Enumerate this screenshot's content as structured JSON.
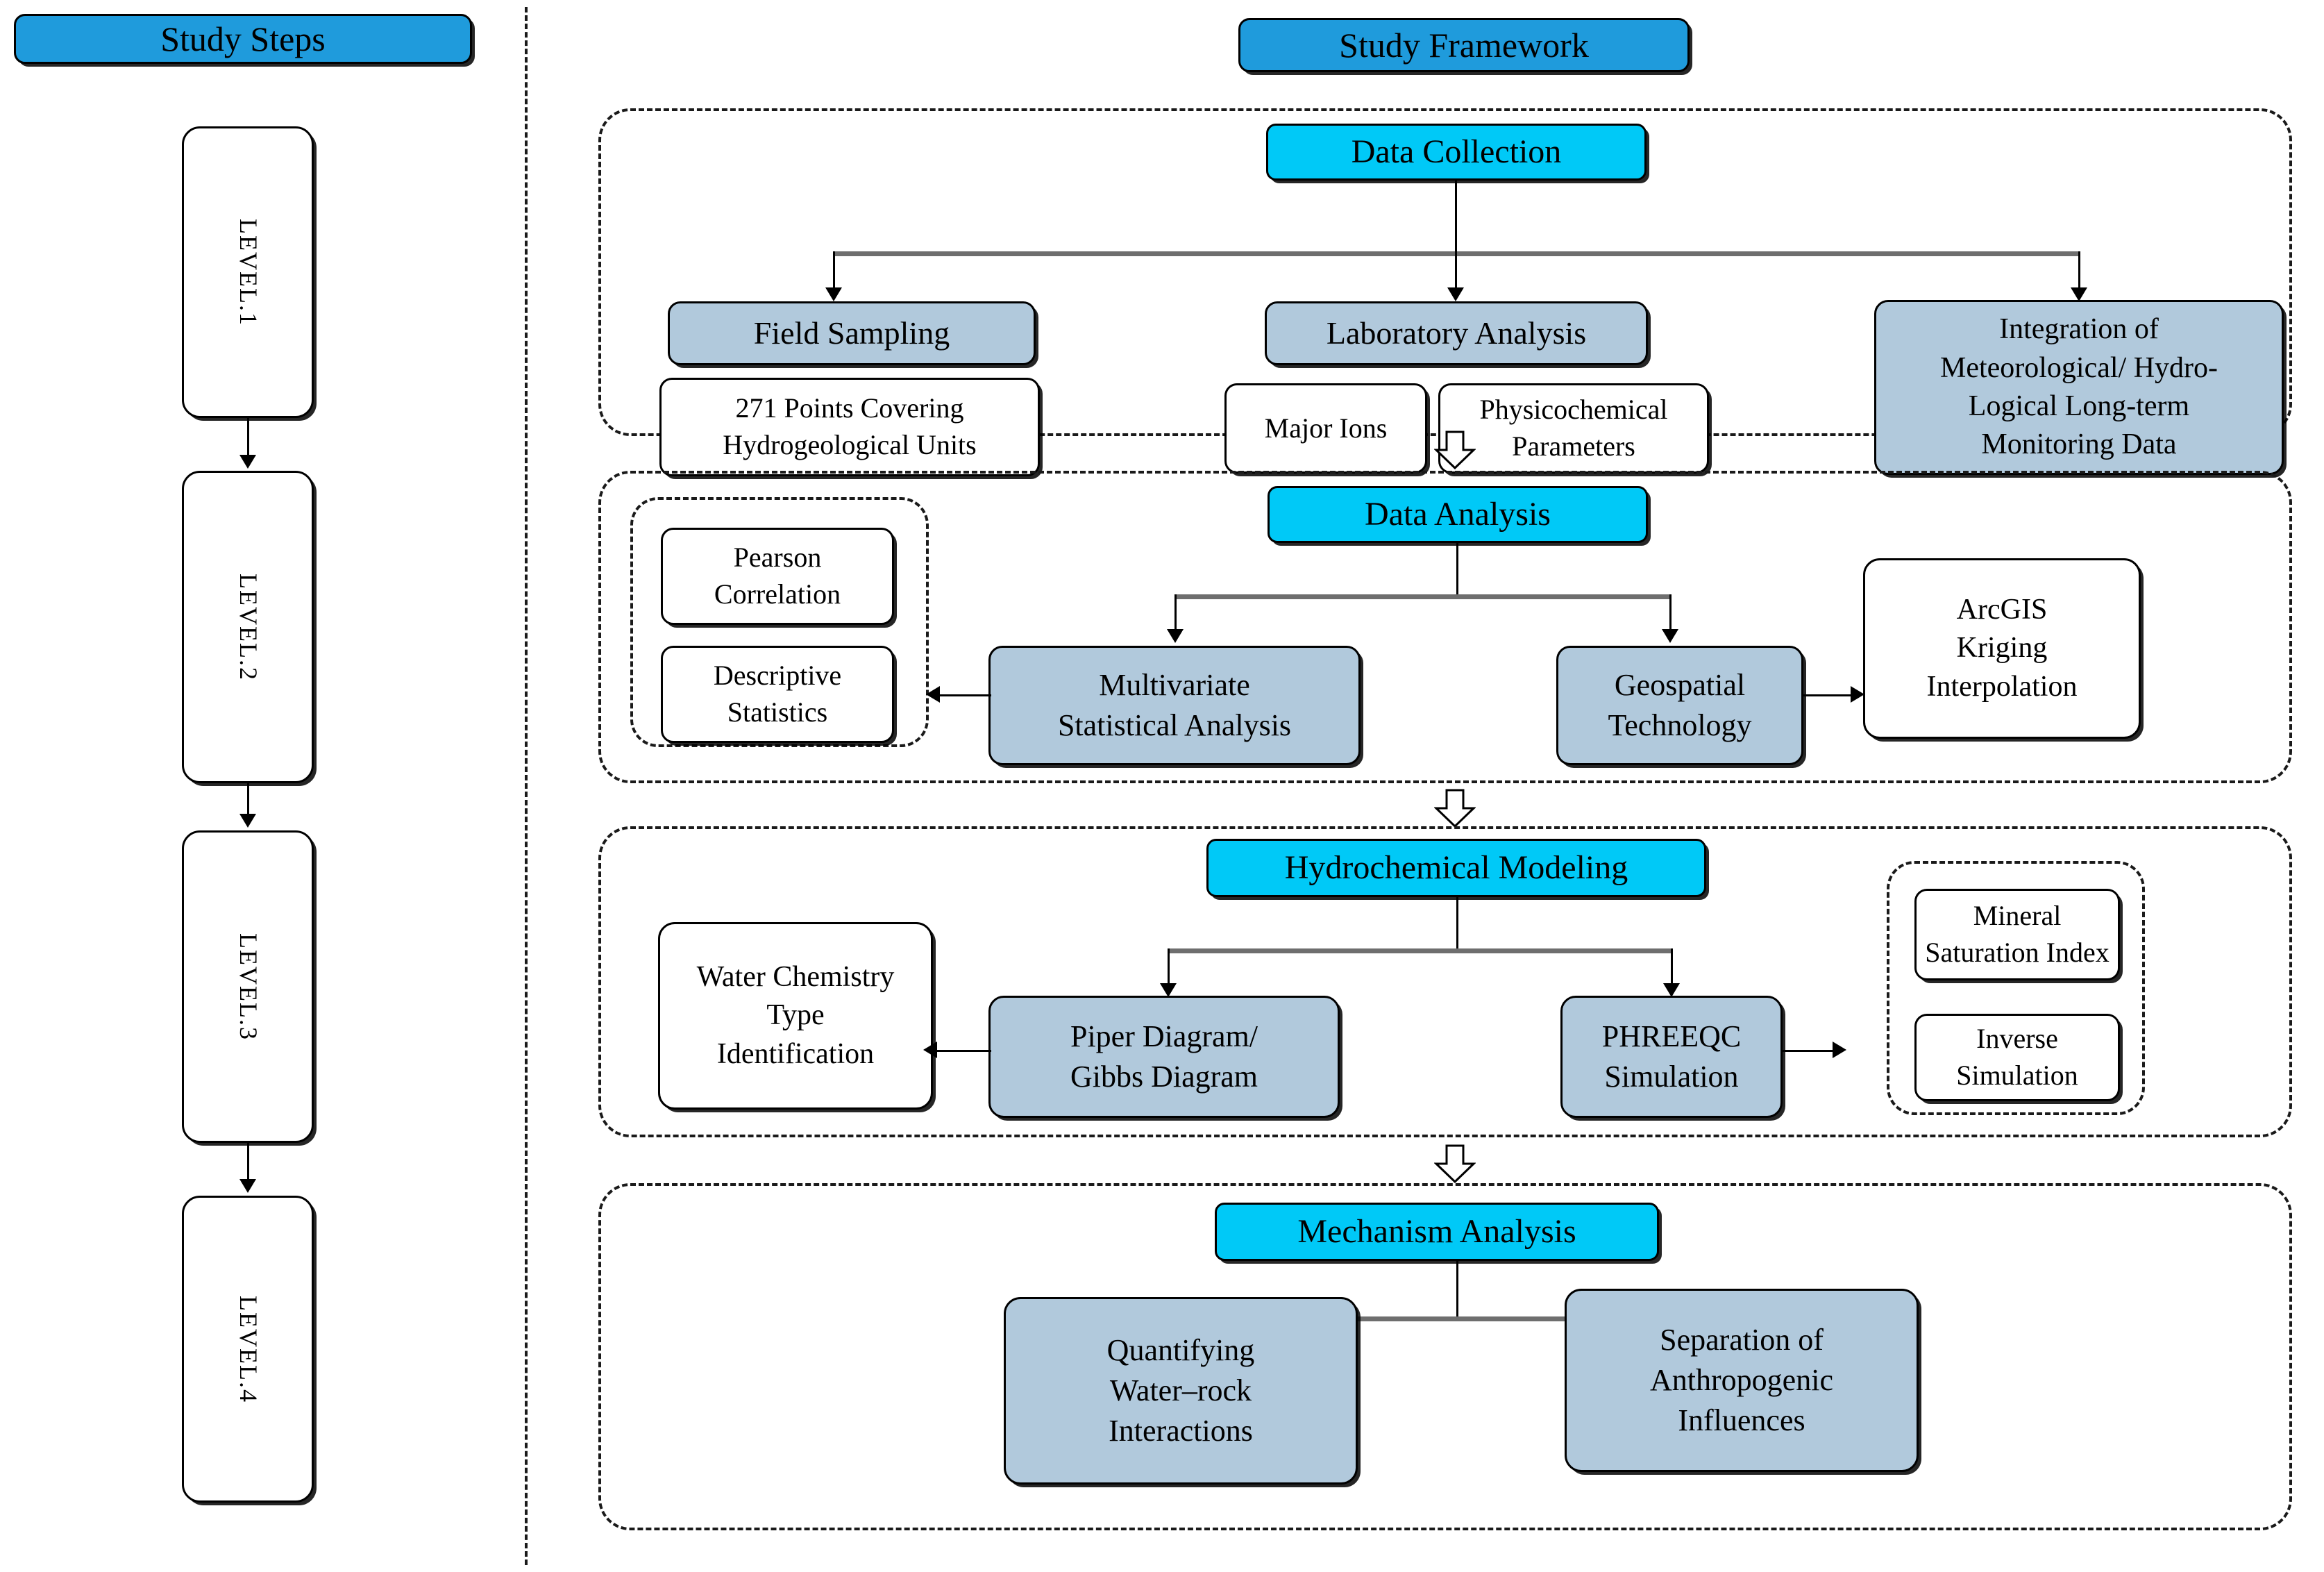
{
  "left_panel": {
    "title": "Study Steps",
    "levels": [
      {
        "label": "LEVEL.1"
      },
      {
        "label": "LEVEL.2"
      },
      {
        "label": "LEVEL.3"
      },
      {
        "label": "LEVEL.4"
      }
    ]
  },
  "right_panel": {
    "title": "Study Framework",
    "stages": [
      {
        "header": "Data Collection",
        "nodes": {
          "field_sampling": "Field Sampling",
          "field_sampling_detail": "271 Points  Covering\nHydrogeological  Units",
          "laboratory_analysis": "Laboratory Analysis",
          "major_ions": "Major Ions",
          "physicochemical_parameters": "Physicochemical\nParameters",
          "integration": "Integration of\nMeteorological/ Hydro-\nLogical Long-term\nMonitoring Data"
        }
      },
      {
        "header": "Data Analysis",
        "nodes": {
          "pearson_correlation": "Pearson\nCorrelation",
          "descriptive_statistics": "Descriptive\nStatistics",
          "multivariate": "Multivariate\nStatistical Analysis",
          "geospatial": "Geospatial\nTechnology",
          "arcgis": "ArcGIS\nKriging\nInterpolation"
        }
      },
      {
        "header": "Hydrochemical Modeling",
        "nodes": {
          "water_chemistry": "Water Chemistry\nType\nIdentification",
          "piper_gibbs": "Piper Diagram/\nGibbs Diagram",
          "phreeqc": "PHREEQC\nSimulation",
          "mineral_saturation": "Mineral\nSaturation  Index",
          "inverse_simulation": "Inverse\nSimulation"
        }
      },
      {
        "header": "Mechanism Analysis",
        "nodes": {
          "quantifying": "Quantifying\nWater–rock\nInteractions",
          "separation": "Separation of\nAnthropogenic\nInfluences"
        }
      }
    ]
  },
  "colors": {
    "header_dark_blue": "#1f9bdc",
    "stage_cyan": "#00c9f7",
    "node_light_blue": "#b1c9dc",
    "node_white": "#ffffff",
    "outline": "#000000"
  }
}
